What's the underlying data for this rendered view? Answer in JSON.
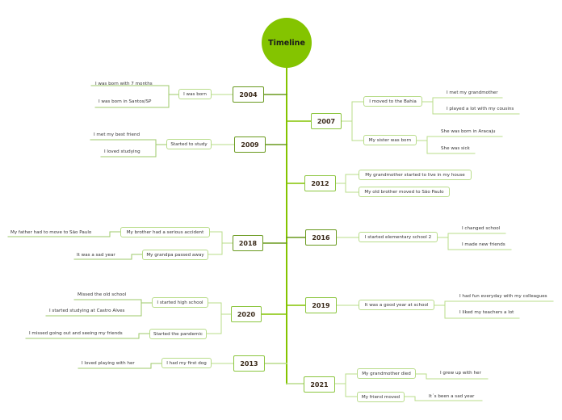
{
  "root": {
    "title": "Timeline",
    "color": "#84c400"
  },
  "colors": {
    "trunk": "#84c400",
    "dark_branch": "#6a9a1f",
    "light_branch": "#b8dc8a"
  },
  "left": [
    {
      "year": "2004",
      "topics": [
        {
          "label": "I was born",
          "details": [
            "I was born with 7 months",
            "I was born in Santos/SP"
          ]
        }
      ]
    },
    {
      "year": "2009",
      "topics": [
        {
          "label": "Started to study",
          "details": [
            "I met my best friend",
            "I loved studying"
          ]
        }
      ]
    },
    {
      "year": "2018",
      "topics": [
        {
          "label": "My brother had a serious accident",
          "details": [
            "My father had to move to São Paulo"
          ]
        },
        {
          "label": "My grandpa passed away",
          "details": [
            "It was a sad year"
          ]
        }
      ]
    },
    {
      "year": "2020",
      "topics": [
        {
          "label": "I started high school",
          "details": [
            "Missed the old school",
            "I started studying at Castro Alves"
          ]
        },
        {
          "label": "Started the pandemic",
          "details": [
            "I missed going out and seeing my friends"
          ]
        }
      ]
    },
    {
      "year": "2013",
      "topics": [
        {
          "label": "I had my first dog",
          "details": [
            "I loved playing with her"
          ]
        }
      ]
    }
  ],
  "right": [
    {
      "year": "2007",
      "topics": [
        {
          "label": "I moved to the Bahia",
          "details": [
            "I met my grandmother",
            "I played a lot with my cousins"
          ]
        },
        {
          "label": "My sister was born",
          "details": [
            "She was born in Aracaju",
            "She was sick"
          ]
        }
      ]
    },
    {
      "year": "2012",
      "topics": [
        {
          "label": "My grandmother started to live in my house",
          "details": []
        },
        {
          "label": "My old brother moved to São Paulo",
          "details": []
        }
      ]
    },
    {
      "year": "2016",
      "topics": [
        {
          "label": "I started elementary school 2",
          "details": [
            "I changed school",
            "I made new friends"
          ]
        }
      ]
    },
    {
      "year": "2019",
      "topics": [
        {
          "label": "It was a good year at school",
          "details": [
            "I had fun everyday with my colleagues",
            "I liked my teachers a lot"
          ]
        }
      ]
    },
    {
      "year": "2021",
      "topics": [
        {
          "label": "My grandmother died",
          "details": [
            "I grew up with her"
          ]
        },
        {
          "label": "My friend moved",
          "details": [
            "It´s been a sad year"
          ]
        }
      ]
    }
  ]
}
